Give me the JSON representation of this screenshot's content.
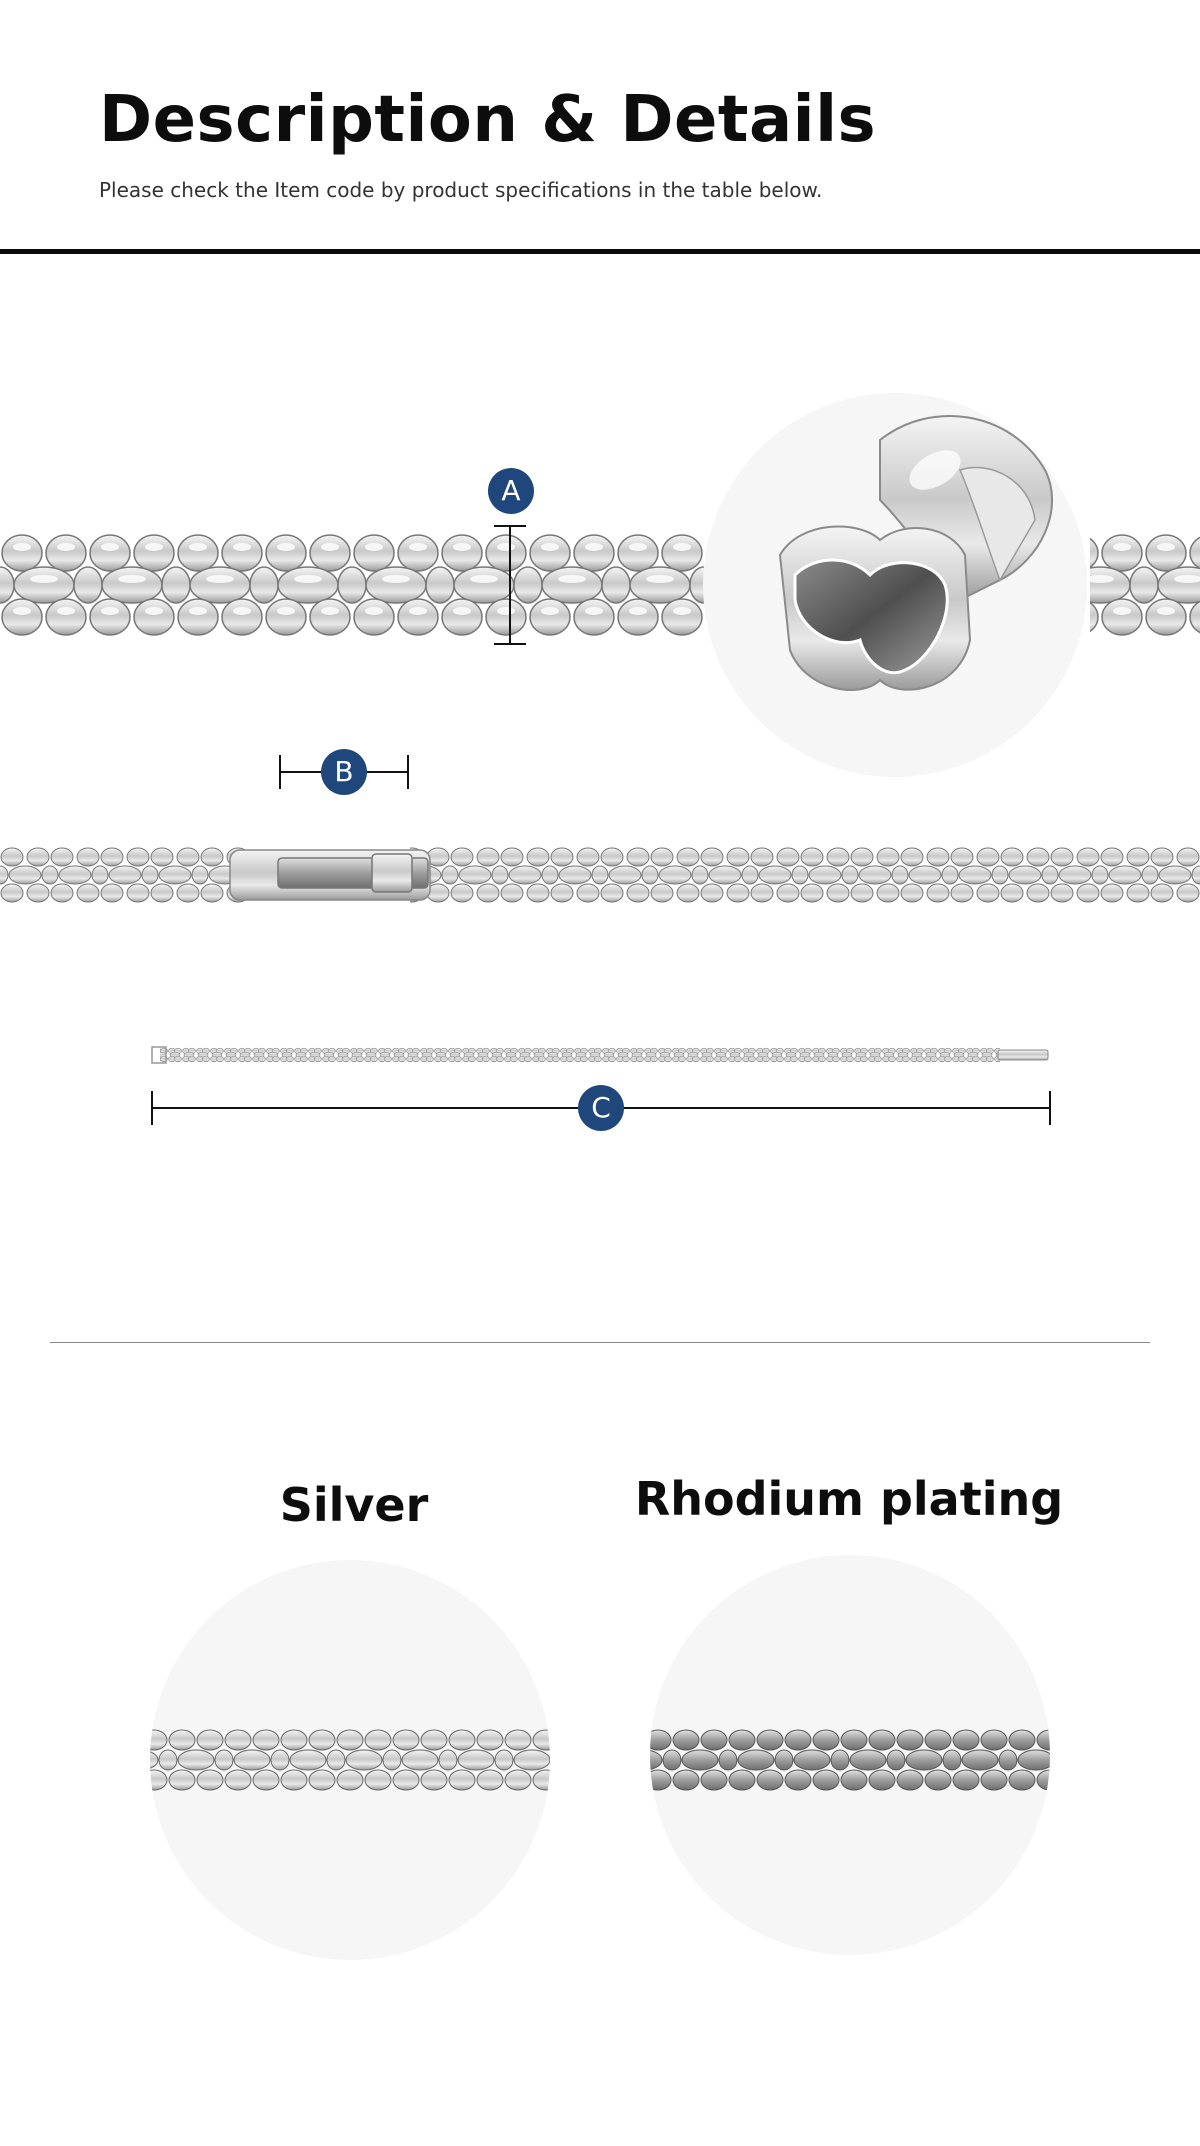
{
  "header": {
    "title": "Description & Details",
    "subtitle": "Please check the Item code by product specifications in the table below."
  },
  "dimensions": {
    "marker_a": "A",
    "marker_b": "B",
    "marker_c": "C"
  },
  "finishes": [
    {
      "label": "Silver"
    },
    {
      "label": "Rhodium plating"
    }
  ],
  "colors": {
    "marker": "#1f477b",
    "rule": "#0b0b0b",
    "circle_bg": "#f6f6f6",
    "metal": "#d9d9d9"
  }
}
